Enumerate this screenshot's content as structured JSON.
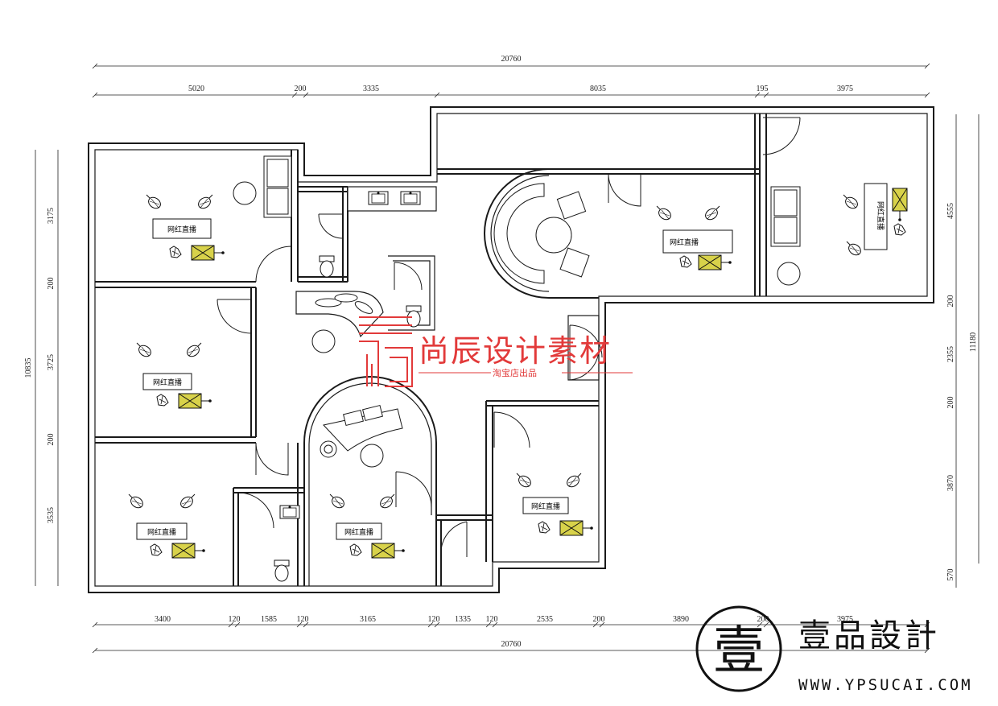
{
  "dimensions": {
    "top_total": "20760",
    "top_segments": [
      "5020",
      "200",
      "3335",
      "8035",
      "195",
      "3975"
    ],
    "bottom_segments": [
      "3400",
      "120",
      "1585",
      "120",
      "3165",
      "120",
      "1335",
      "120",
      "2535",
      "200",
      "3890",
      "200",
      "3975"
    ],
    "bottom_total": "20760",
    "left_total": "10835",
    "left_segments": [
      "3175",
      "200",
      "3725",
      "200",
      "3535"
    ],
    "right_total": "11180",
    "right_segments": [
      "4555",
      "200",
      "2355",
      "200",
      "3870",
      "570"
    ]
  },
  "rooms": {
    "label": "网红直播"
  },
  "watermark": {
    "title": "尚辰设计素材",
    "subtitle": "淘宝店出品"
  },
  "brand": {
    "logo_char": "壹",
    "name": "壹品設計",
    "url": "WWW.YPSUCAI.COM"
  },
  "colors": {
    "wall": "#1a1a1a",
    "accent_fill": "#d8d24a",
    "watermark": "#e23a3a"
  }
}
